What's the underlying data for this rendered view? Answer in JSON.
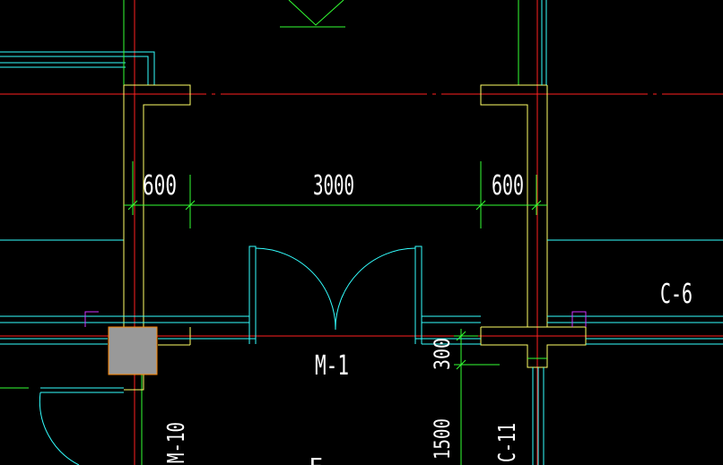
{
  "colors": {
    "background": "#000000",
    "wall": "#ffff66",
    "window": "#33ffff",
    "axis": "#ff2020",
    "dimension": "#33ff33",
    "text": "#ffffff",
    "column_fill": "#999999",
    "column_edge": "#ff8800",
    "blue_line": "#3333ff",
    "magenta": "#cc33ff"
  },
  "dimensions": {
    "left_segment": "600",
    "middle_segment": "3000",
    "right_segment": "600",
    "vertical_a": "300",
    "vertical_b": "1500"
  },
  "labels": {
    "door_main": "M-1",
    "window_right": "C-6",
    "door_lower_left": "M-10",
    "window_lower": "C-11",
    "partial_bottom": "F"
  },
  "icons": {
    "column": "structural-column-icon",
    "door_swing": "double-door-swing-icon"
  }
}
